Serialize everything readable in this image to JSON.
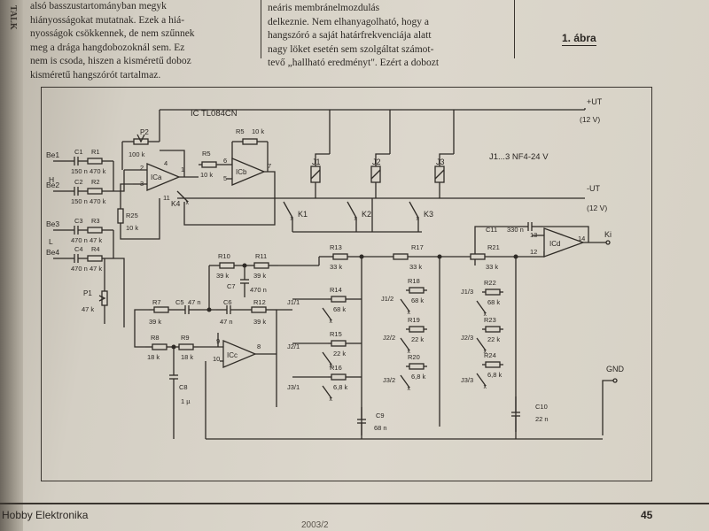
{
  "spine_text": "TALK",
  "article": {
    "col1_lines": [
      "",
      "alsó basszustartományban megyk",
      "hiányosságokat mutatnak. Ezek a hiá-",
      "nyosságok csökkennek, de nem szűnnek",
      "meg a drága hangdobozoknál sem. Ez",
      "nem is csoda, hiszen a kisméretű doboz",
      "kisméretű hangszórót tartalmaz."
    ],
    "col2_lines": [
      "neáris membránelmozdulás",
      "delkeznie. Nem elhanyagolható, hogy a",
      "hangszóró a saját határfrekvenciája alatt",
      "nagy löket esetén sem szolgáltat számot-",
      "tevő „hallható eredményt\". Ezért a dobozt"
    ]
  },
  "figure": {
    "label": "1. ábra",
    "ic": "IC TL084CN",
    "relay_type": "J1...3  NF4-24 V",
    "supply": {
      "pos": "+UT",
      "pos_v": "(12 V)",
      "neg": "-UT",
      "neg_v": "(12 V)",
      "gnd": "GND"
    },
    "inputs": {
      "be1": "Be1",
      "be2": "Be2",
      "be3": "Be3",
      "be4": "Be4",
      "h": "H",
      "l": "L"
    },
    "opamps": {
      "a": "ICa",
      "b": "ICb",
      "c": "ICc",
      "d": "ICd"
    },
    "pins": {
      "a_plus": "3",
      "a_minus": "2",
      "a_out": "1",
      "a_v": "4",
      "a_gnd": "11",
      "b_minus": "6",
      "b_plus": "5",
      "b_out": "7",
      "c_minus": "9",
      "c_plus": "10",
      "c_out": "8",
      "d_minus": "13",
      "d_plus": "12",
      "d_out": "14"
    },
    "output": "Ki",
    "relays": {
      "j1": "J1",
      "j2": "J2",
      "j3": "J3",
      "k1": "K1",
      "k2": "K2",
      "k3": "K3",
      "k4": "K4"
    },
    "components": {
      "C1": "C1",
      "C1_v": "150 n",
      "R1": "R1",
      "R1_v": "470 k",
      "C2": "C2",
      "C2_v": "150 n",
      "R2": "R2",
      "R2_v": "470 k",
      "C3": "C3",
      "C3_v": "470 n",
      "R3": "R3",
      "R3_v": "47 k",
      "C4": "C4",
      "C4_v": "470 n",
      "R4": "R4",
      "R4_v": "47 k",
      "P1": "P1",
      "P1_v": "47 k",
      "P2": "P2",
      "P2_v": "100 k",
      "R5": "R5",
      "R5_v": "10 k",
      "R6": "R5",
      "R6_v": "10 k",
      "R25": "R25",
      "R25_v": "10 k",
      "R10": "R10",
      "R10_v": "39 k",
      "R11": "R11",
      "R11_v": "39 k",
      "C7": "C7",
      "C7_v": "470 n",
      "R7": "R7",
      "R7_v": "39 k",
      "C5": "C5",
      "C5_v": "47 n",
      "C6": "C6",
      "C6_v": "47 n",
      "R12": "R12",
      "R12_v": "39 k",
      "R8": "R8",
      "R8_v": "18 k",
      "R9": "R9",
      "R9_v": "18 k",
      "C8": "C8",
      "C8_v": "1 µ",
      "R13": "R13",
      "R13_v": "33 k",
      "R17": "R17",
      "R17_v": "33 k",
      "R21": "R21",
      "R21_v": "33 k",
      "C11": "C11",
      "C11_v": "330 n",
      "R14": "R14",
      "R14_v": "68 k",
      "R15": "R15",
      "R15_v": "22 k",
      "R16": "R16",
      "R16_v": "6,8 k",
      "R18": "R18",
      "R18_v": "68 k",
      "R19": "R19",
      "R19_v": "22 k",
      "R20": "R20",
      "R20_v": "6,8 k",
      "R22": "R22",
      "R22_v": "68 k",
      "R23": "R23",
      "R23_v": "22 k",
      "R24": "R24",
      "R24_v": "6,8 k",
      "C9": "C9",
      "C9_v": "68 n",
      "C10": "C10",
      "C10_v": "22 n"
    },
    "contacts": {
      "j11": "J1/1",
      "j21": "J2/1",
      "j31": "J3/1",
      "j12": "J1/2",
      "j22": "J2/2",
      "j32": "J3/2",
      "j13": "J1/3",
      "j23": "J2/3",
      "j33": "J3/3"
    }
  },
  "footer": {
    "magazine": "Hobby Elektronika",
    "page_number": "45",
    "code": "2003/2"
  }
}
